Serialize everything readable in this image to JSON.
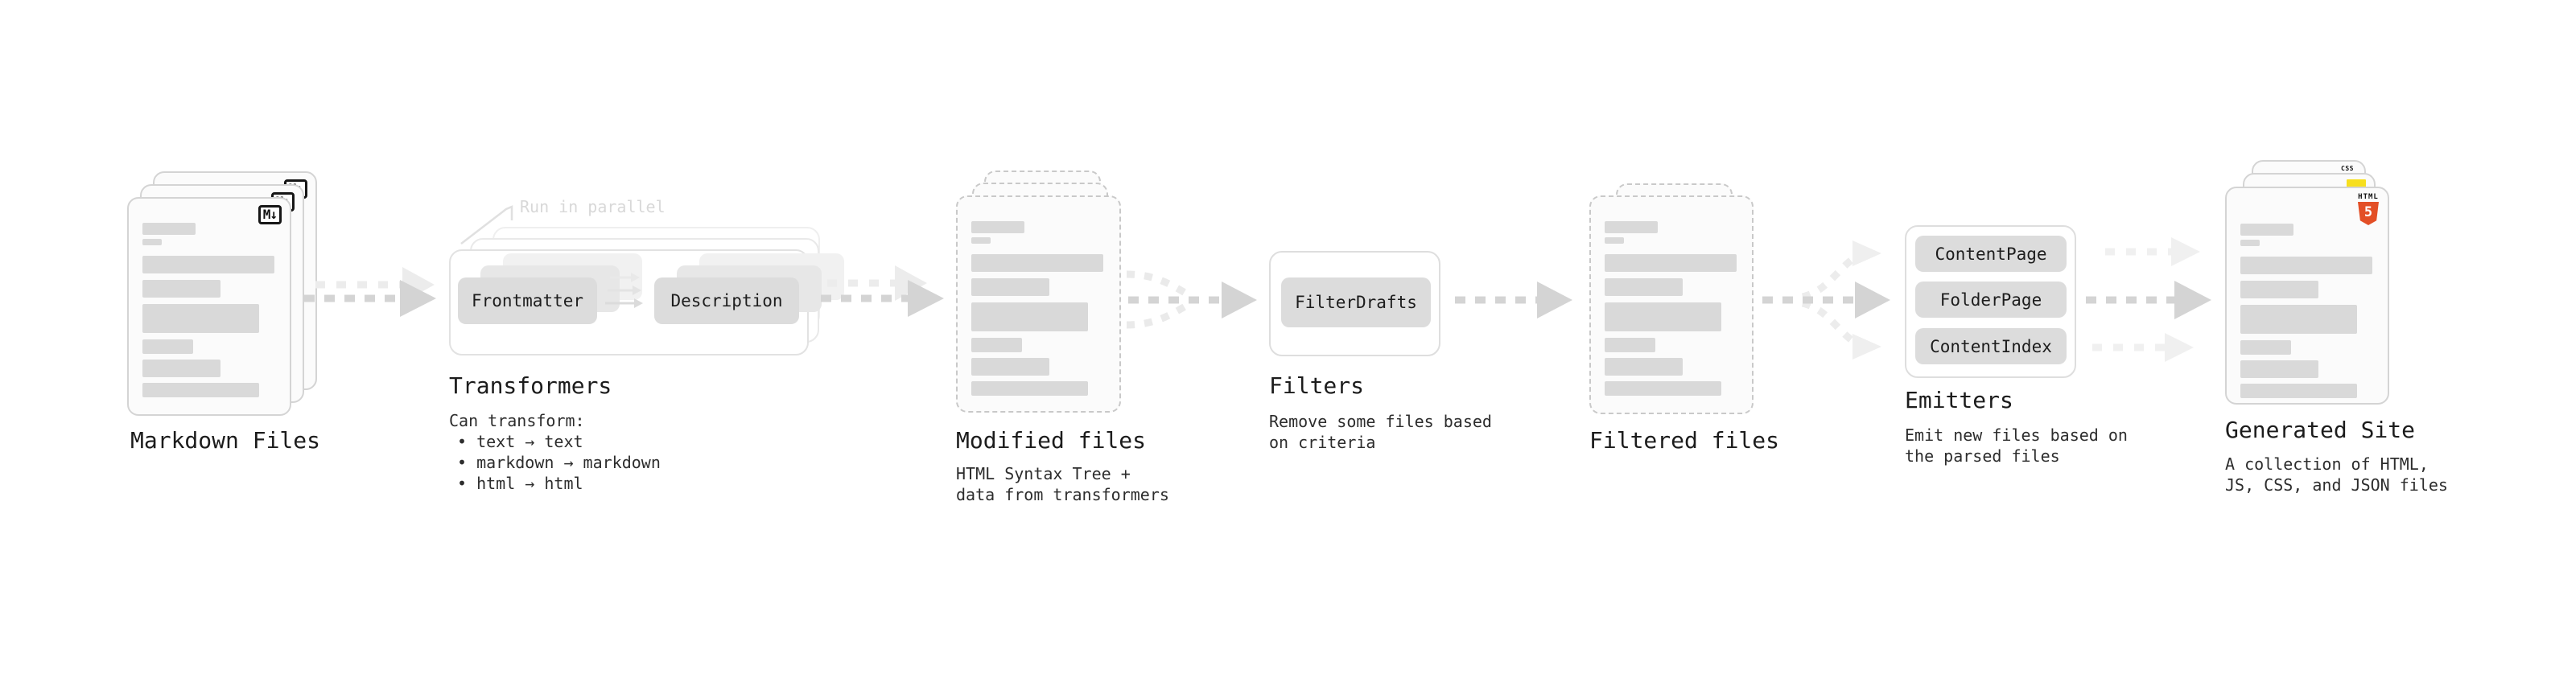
{
  "diagram": {
    "markdown": {
      "title": "Markdown Files",
      "badge": "M↓"
    },
    "transformers": {
      "title": "Transformers",
      "note": "Run in parallel",
      "pill_left": "Frontmatter",
      "pill_right": "Description",
      "desc_heading": "Can transform:",
      "bullets": [
        "• text → text",
        "• markdown → markdown",
        "• html → html"
      ]
    },
    "modified": {
      "title": "Modified files",
      "desc_lines": [
        "HTML Syntax Tree +",
        "data from transformers"
      ]
    },
    "filters": {
      "title": "Filters",
      "pill": "FilterDrafts",
      "desc_lines": [
        "Remove some files based",
        "on criteria"
      ]
    },
    "filtered": {
      "title": "Filtered files"
    },
    "emitters": {
      "title": "Emitters",
      "pills": [
        "ContentPage",
        "FolderPage",
        "ContentIndex"
      ],
      "desc_lines": [
        "Emit new files based on",
        "the parsed files"
      ]
    },
    "generated": {
      "title": "Generated Site",
      "desc_lines": [
        "A collection of HTML,",
        "JS, CSS, and JSON files"
      ],
      "html_badge_label": "HTML",
      "html_badge_number": "5",
      "css_badge_label": "CSS"
    },
    "colors": {
      "html5_orange": "#e34f26",
      "js_yellow": "#f7df1e",
      "css_blue": "#2862e9",
      "arrow_gray": "#d4d4d4"
    }
  }
}
